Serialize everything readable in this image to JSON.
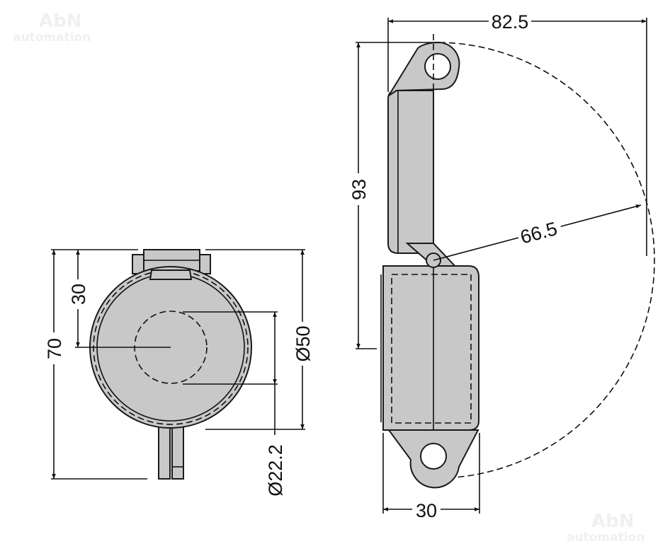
{
  "watermark": {
    "brand": "AbN",
    "sub": "automation"
  },
  "front_view": {
    "dim_height_total": "70",
    "dim_center_height": "30",
    "dim_outer_diameter": "Ø50",
    "dim_inner_diameter": "Ø22.2"
  },
  "side_view": {
    "dim_swing_width": "82.5",
    "dim_height": "93",
    "dim_swing_radius": "66.5",
    "dim_depth": "30"
  },
  "colors": {
    "part_fill": "#c8c8c8",
    "line": "#111111"
  }
}
